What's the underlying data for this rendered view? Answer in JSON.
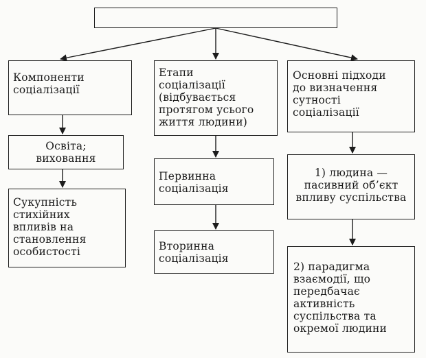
{
  "diagram": {
    "nodes": {
      "root": {
        "text": ""
      },
      "components": {
        "text": "Компоненти\nсоціалізації"
      },
      "stages": {
        "text": "Етапи\nсоціалізації\n(відбувається\nпротягом усього\nжиття людини)"
      },
      "approaches": {
        "text": "Основні підходи\nдо визначення\nсутності\nсоціалізації"
      },
      "education": {
        "text": "Освіта;\nвиховання"
      },
      "spontaneous": {
        "text": "Сукупність\nстихійних\nвпливів на\nстановлення\nособистості"
      },
      "primary": {
        "text": "Первинна\nсоціалізація"
      },
      "secondary": {
        "text": "Вторинна\nсоціалізація"
      },
      "approach1": {
        "text": "1) людина —\nпасивний об’єкт\nвпливу суспільства"
      },
      "approach2": {
        "text": "2) парадигма\nвзаємодії, що\nпередбачає\nактивність\nсуспільства та\nокремої людини"
      }
    },
    "edges": [
      {
        "from": "root",
        "to": "components"
      },
      {
        "from": "root",
        "to": "stages"
      },
      {
        "from": "root",
        "to": "approaches"
      },
      {
        "from": "components",
        "to": "education"
      },
      {
        "from": "education",
        "to": "spontaneous"
      },
      {
        "from": "stages",
        "to": "primary"
      },
      {
        "from": "primary",
        "to": "secondary"
      },
      {
        "from": "approaches",
        "to": "approach1"
      },
      {
        "from": "approach1",
        "to": "approach2"
      }
    ]
  }
}
